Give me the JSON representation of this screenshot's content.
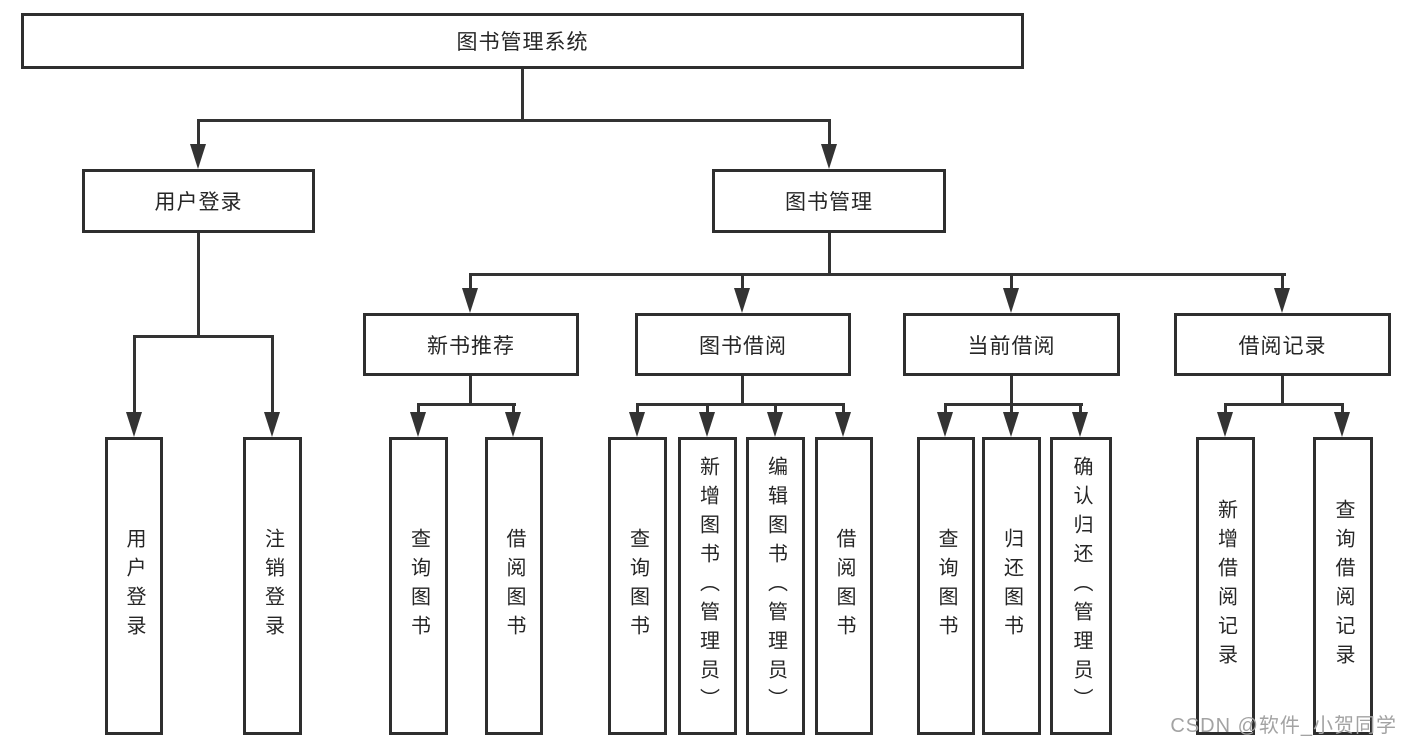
{
  "diagram": {
    "tree": {
      "label": "图书管理系统",
      "children": [
        {
          "label": "用户登录",
          "children": [
            {
              "label": "用户登录"
            },
            {
              "label": "注销登录"
            }
          ]
        },
        {
          "label": "图书管理",
          "children": [
            {
              "label": "新书推荐",
              "children": [
                {
                  "label": "查询图书"
                },
                {
                  "label": "借阅图书"
                }
              ]
            },
            {
              "label": "图书借阅",
              "children": [
                {
                  "label": "查询图书"
                },
                {
                  "label": "新增图书（管理员）"
                },
                {
                  "label": "编辑图书（管理员）"
                },
                {
                  "label": "借阅图书"
                }
              ]
            },
            {
              "label": "当前借阅",
              "children": [
                {
                  "label": "查询图书"
                },
                {
                  "label": "归还图书"
                },
                {
                  "label": "确认归还（管理员）"
                }
              ]
            },
            {
              "label": "借阅记录",
              "children": [
                {
                  "label": "新增借阅记录"
                },
                {
                  "label": "查询借阅记录"
                }
              ]
            }
          ]
        }
      ]
    }
  },
  "watermark": {
    "text": "CSDN @软件_小贺同学"
  },
  "colors": {
    "line": "#333333",
    "box_border": "#2e2e2e",
    "text": "#262626",
    "watermark": "#a3a3a3",
    "background": "#ffffff"
  }
}
